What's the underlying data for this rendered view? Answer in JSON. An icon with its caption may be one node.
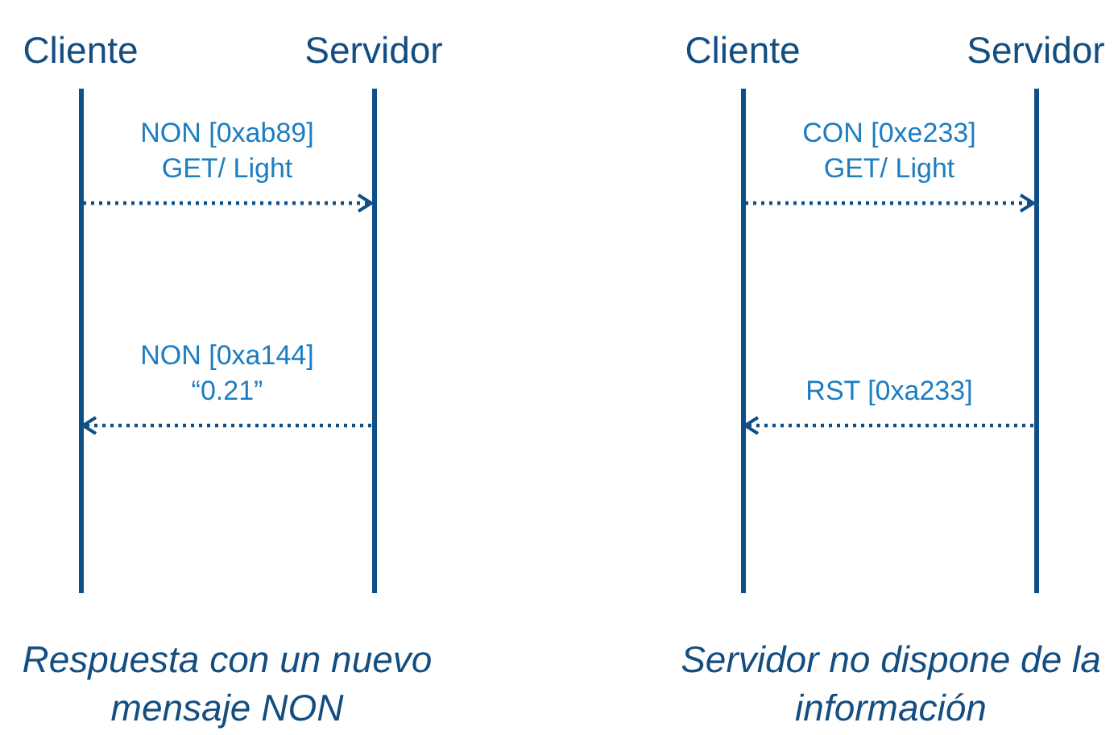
{
  "diagram": {
    "nodes": [
      {
        "text": [
          "Cliente"
        ]
      },
      {
        "text": [
          "Servidor"
        ]
      },
      {
        "text": [
          "Cliente"
        ]
      },
      {
        "text": [
          "Servidor"
        ]
      }
    ],
    "edges": [
      {
        "from": 0,
        "to": 1,
        "arrow": "to",
        "label": "NON [0xab89] GET/ Light",
        "style": "dashed"
      },
      {
        "from": 1,
        "to": 0,
        "arrow": "to",
        "label": "NON [0xa144] “0.21”",
        "style": "dashed"
      },
      {
        "from": 2,
        "to": 3,
        "arrow": "to",
        "label": "CON [0xe233] GET/ Light",
        "style": "dashed"
      },
      {
        "from": 3,
        "to": 2,
        "arrow": "to",
        "label": "RST [0xa233]",
        "style": "dashed"
      }
    ],
    "labels": [
      "Respuesta con un nuevo mensaje NON",
      "Servidor no dispone de la información"
    ]
  }
}
